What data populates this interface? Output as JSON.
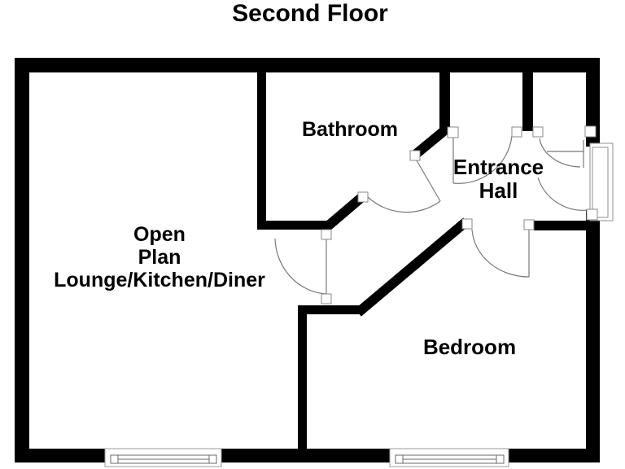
{
  "title": "Second Floor",
  "rooms": [
    {
      "id": "bathroom",
      "lines": [
        "Bathroom"
      ]
    },
    {
      "id": "entrance-hall",
      "lines": [
        "Entrance",
        "Hall"
      ]
    },
    {
      "id": "open-plan",
      "lines": [
        "Open",
        "Plan",
        "Lounge/Kitchen/Diner"
      ]
    },
    {
      "id": "bedroom",
      "lines": [
        "Bedroom"
      ]
    }
  ],
  "features": {
    "windows_bottom_wall": 2,
    "doors": [
      "bathroom-door",
      "hall-door",
      "open-plan-door",
      "bedroom-door",
      "front-door",
      "cupboard-door"
    ]
  },
  "colors": {
    "wall": "#000000",
    "background": "#ffffff",
    "door_swing_line": "#787878",
    "frame_outline": "#8f8f8f"
  }
}
